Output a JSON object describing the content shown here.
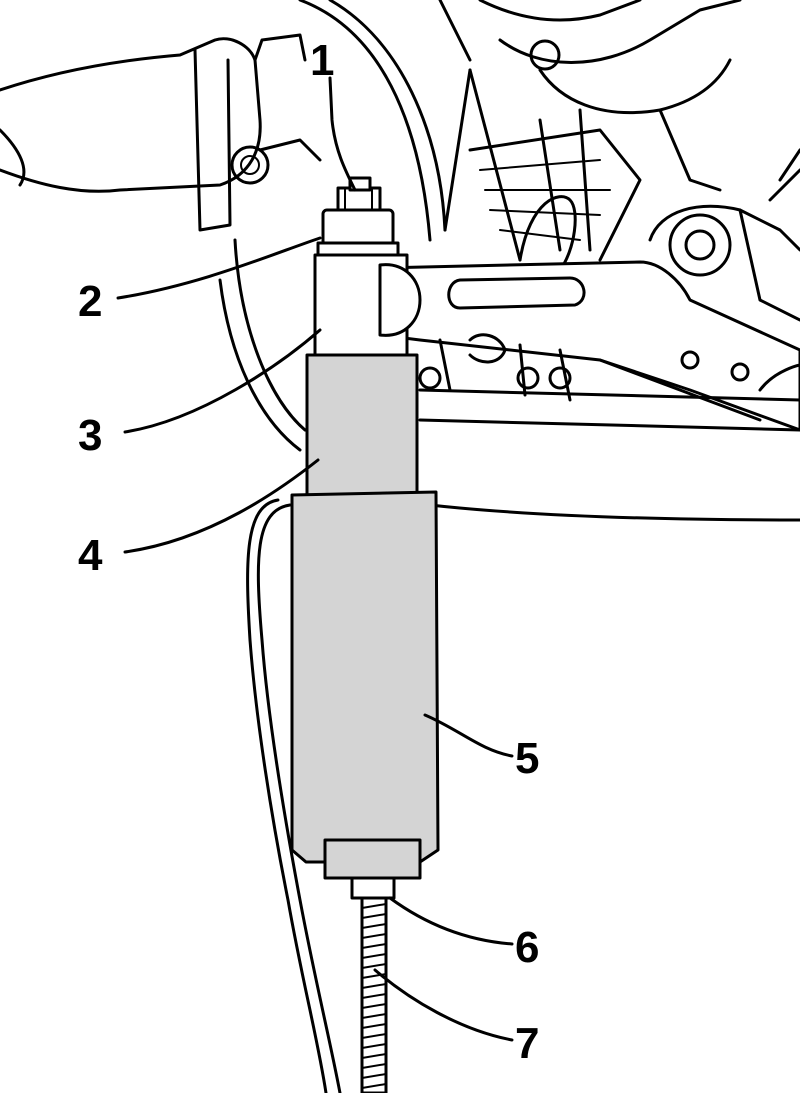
{
  "callouts": [
    {
      "id": "1",
      "label": "1"
    },
    {
      "id": "2",
      "label": "2"
    },
    {
      "id": "3",
      "label": "3"
    },
    {
      "id": "4",
      "label": "4"
    },
    {
      "id": "5",
      "label": "5"
    },
    {
      "id": "6",
      "label": "6"
    },
    {
      "id": "7",
      "label": "7"
    }
  ],
  "colors": {
    "line": "#000000",
    "highlight_fill": "#d4d4d4",
    "background": "#ffffff"
  }
}
